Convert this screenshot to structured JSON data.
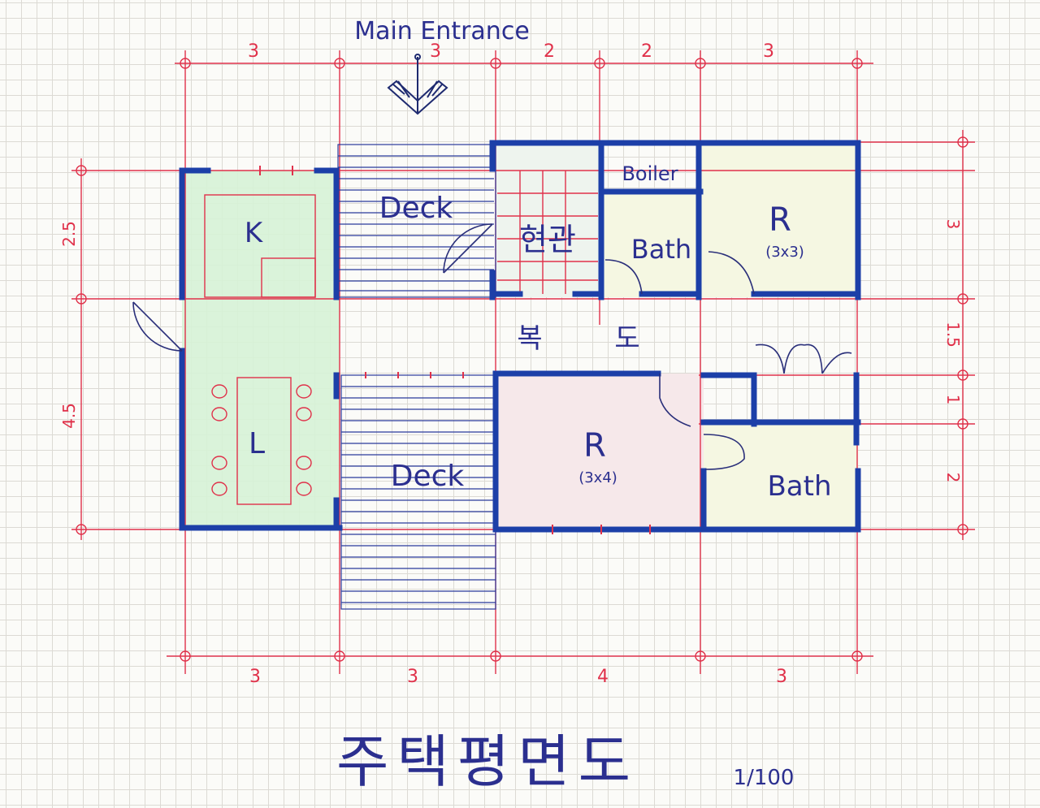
{
  "drawing": {
    "heading": "Main Entrance",
    "title": "주택평면도",
    "scale": "1/100"
  },
  "rooms": {
    "kitchen": "K",
    "living": "L",
    "deck_top": "Deck",
    "deck_bottom": "Deck",
    "entrance": "현관",
    "boiler": "Boiler",
    "bath_top": "Bath",
    "room_top": "R",
    "room_top_size": "(3x3)",
    "corridor_1": "복",
    "corridor_2": "도",
    "room_bottom": "R",
    "room_bottom_size": "(3x4)",
    "bath_bottom": "Bath"
  },
  "dimensions": {
    "top": [
      "3",
      "3",
      "2",
      "2",
      "3"
    ],
    "bottom": [
      "3",
      "3",
      "4",
      "3"
    ],
    "left": [
      "2.5",
      "4.5"
    ],
    "right": [
      "3",
      "1.5",
      "1",
      "2"
    ]
  },
  "colors": {
    "ink_blue": "#1c3fa8",
    "ink_red": "#e0314a",
    "fill_green": "#d6f2d6",
    "fill_pink": "#f6e8ea",
    "fill_cream": "#f5f7e2"
  }
}
